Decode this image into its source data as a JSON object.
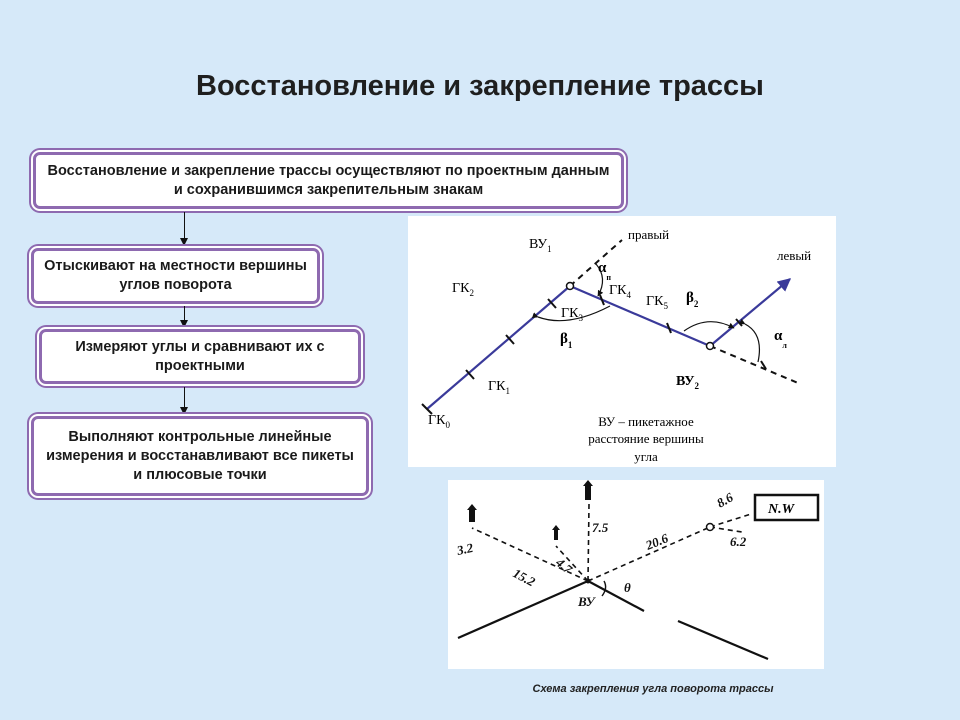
{
  "title": "Восстановление и закрепление трассы",
  "steps": [
    "Восстановление и закрепление трассы осуществляют по проектным данным и сохранившимся закрепительным знакам",
    "Отыскивают на местности вершины углов поворота",
    "Измеряют углы и сравнивают их с проектными",
    "Выполняют контрольные линейные измерения и восстанавливают все пикеты и плюсовые точки"
  ],
  "route_diagram": {
    "vu1": "ВУ",
    "vu1_sub": "1",
    "vu2": "ВУ",
    "vu2_sub": "2",
    "right": "правый",
    "left": "левый",
    "gk": "ГК",
    "gk_subs": [
      "0",
      "1",
      "2",
      "3",
      "4",
      "5"
    ],
    "alpha": "α",
    "alpha_p_sub": "п",
    "alpha_l_sub": "л",
    "beta": "β",
    "beta1_sub": "1",
    "beta2_sub": "2",
    "note_line1": "ВУ – пикетажное",
    "note_line2": "расстояние вершины",
    "note_line3": "угла"
  },
  "tie_diagram": {
    "vu": "ВУ",
    "theta": "θ",
    "nw": "N.W",
    "d_3_2": "3.2",
    "d_15_2": "15.2",
    "d_4_7": "4.7",
    "d_7_5": "7.5",
    "d_20_6": "20.6",
    "d_8_6": "8.6",
    "d_6_2": "6.2"
  },
  "caption": "Схема закрепления угла поворота трассы",
  "colors": {
    "background": "#d6e9f9",
    "box_border": "#8e6ab0",
    "route_line": "#3a3a9a"
  }
}
